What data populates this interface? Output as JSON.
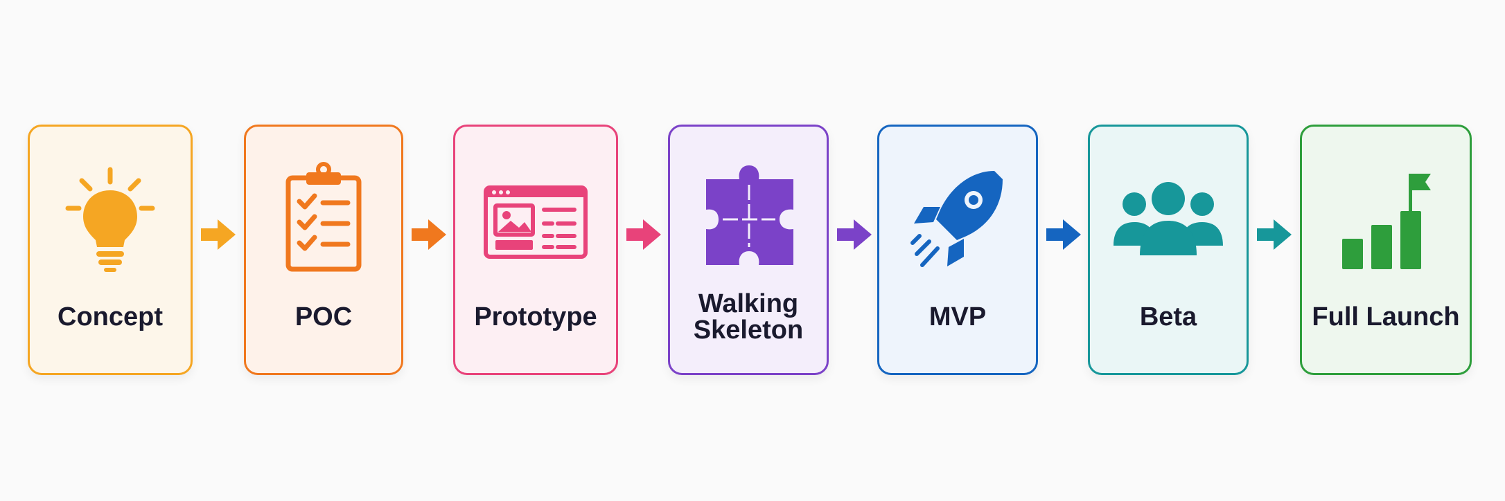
{
  "stages": [
    {
      "label": "Concept",
      "color": "#F5A623",
      "bg": "#FDF6EA",
      "icon": "lightbulb-icon"
    },
    {
      "label": "POC",
      "color": "#F0781E",
      "bg": "#FEF2EA",
      "icon": "clipboard-checklist-icon"
    },
    {
      "label": "Prototype",
      "color": "#E8437A",
      "bg": "#FDEFF3",
      "icon": "browser-wireframe-icon"
    },
    {
      "label": "Walking\nSkeleton",
      "color": "#7B42C8",
      "bg": "#F4EEFB",
      "icon": "puzzle-piece-icon"
    },
    {
      "label": "MVP",
      "color": "#1565C0",
      "bg": "#EEF4FC",
      "icon": "rocket-icon"
    },
    {
      "label": "Beta",
      "color": "#17979A",
      "bg": "#EAF6F6",
      "icon": "users-group-icon"
    },
    {
      "label": "Full Launch",
      "color": "#2E9E3C",
      "bg": "#EEF7EE",
      "icon": "growth-chart-flag-icon"
    }
  ],
  "arrows": [
    {
      "color": "#F5A623",
      "icon": "arrow-right-icon"
    },
    {
      "color": "#F0781E",
      "icon": "arrow-right-icon"
    },
    {
      "color": "#E8437A",
      "icon": "arrow-right-icon"
    },
    {
      "color": "#7B42C8",
      "icon": "arrow-right-icon"
    },
    {
      "color": "#1565C0",
      "icon": "arrow-right-icon"
    },
    {
      "color": "#17979A",
      "icon": "arrow-right-icon"
    }
  ]
}
